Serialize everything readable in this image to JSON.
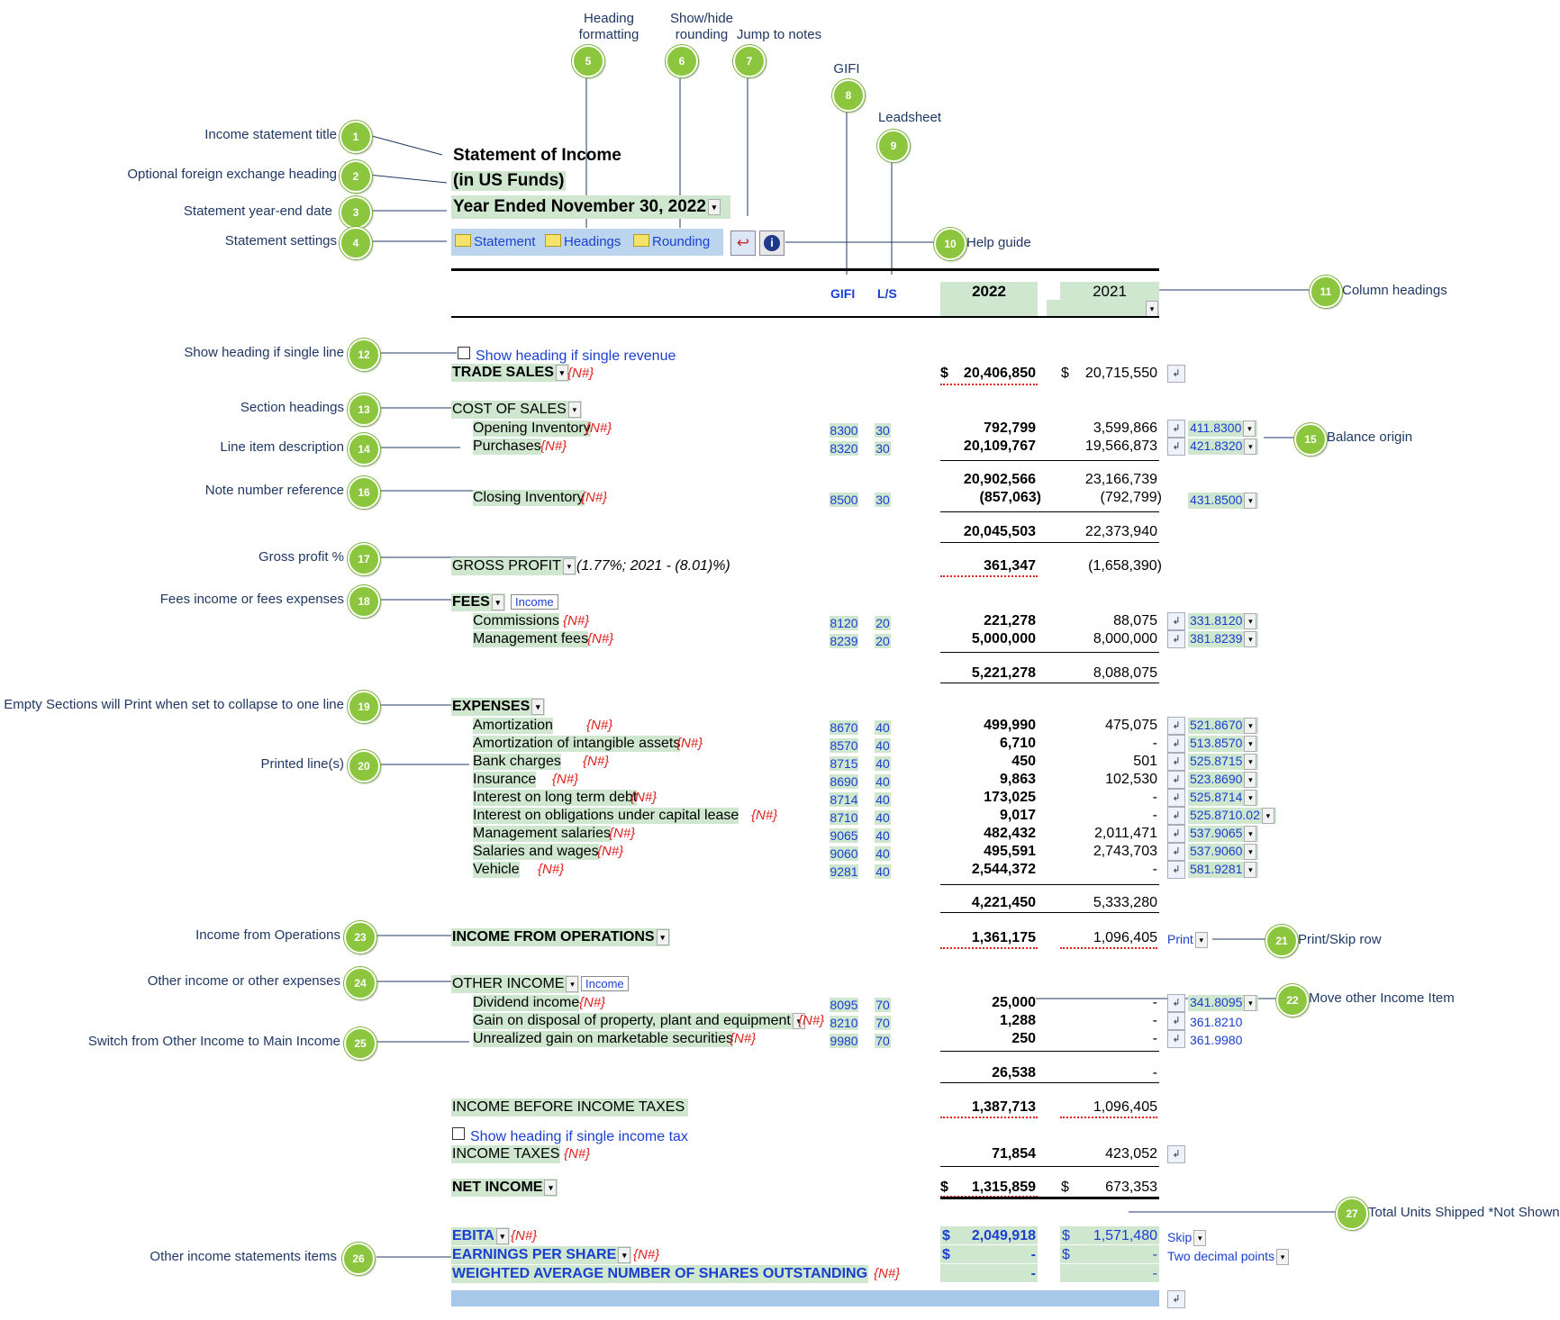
{
  "callouts": {
    "c1": {
      "num": "1",
      "label": "Income statement title"
    },
    "c2": {
      "num": "2",
      "label": "Optional foreign exchange heading"
    },
    "c3": {
      "num": "3",
      "label": "Statement year-end date"
    },
    "c4": {
      "num": "4",
      "label": "Statement settings"
    },
    "c5": {
      "num": "5",
      "label": "Heading\nformatting"
    },
    "c6": {
      "num": "6",
      "label": "Show/hide\nrounding"
    },
    "c7": {
      "num": "7",
      "label": "Jump to notes"
    },
    "c8": {
      "num": "8",
      "label": "GIFI"
    },
    "c9": {
      "num": "9",
      "label": "Leadsheet"
    },
    "c10": {
      "num": "10",
      "label": "Help guide"
    },
    "c11": {
      "num": "11",
      "label": "Column headings"
    },
    "c12": {
      "num": "12",
      "label": "Show heading if single line"
    },
    "c13": {
      "num": "13",
      "label": "Section headings"
    },
    "c14": {
      "num": "14",
      "label": "Line item description"
    },
    "c15": {
      "num": "15",
      "label": "Balance origin"
    },
    "c16": {
      "num": "16",
      "label": "Note number reference"
    },
    "c17": {
      "num": "17",
      "label": "Gross profit %"
    },
    "c18": {
      "num": "18",
      "label": "Fees income or fees expenses"
    },
    "c19": {
      "num": "19",
      "label": "Empty Sections will Print when set to collapse to one line"
    },
    "c20": {
      "num": "20",
      "label": "Printed line(s)"
    },
    "c21": {
      "num": "21",
      "label": "Print/Skip row"
    },
    "c22": {
      "num": "22",
      "label": "Move other Income Item"
    },
    "c23": {
      "num": "23",
      "label": "Income from Operations"
    },
    "c24": {
      "num": "24",
      "label": "Other income or other expenses"
    },
    "c25": {
      "num": "25",
      "label": "Switch from Other Income to Main Income"
    },
    "c26": {
      "num": "26",
      "label": "Other income statements items"
    },
    "c27": {
      "num": "27",
      "label": "Total Units Shipped *Not Shown"
    }
  },
  "statement": {
    "title": "Statement of Income",
    "fx_heading": "(in US Funds)",
    "year_end": "Year Ended November 30, 2022",
    "settings": {
      "statement": "Statement",
      "headings": "Headings",
      "rounding": "Rounding"
    },
    "col_gifi": "GIFI",
    "col_ls": "L/S",
    "col_2022": "2022",
    "col_2021": "2021",
    "note": "{N#}",
    "dollar": "$",
    "show_single_revenue": "Show heading if single revenue",
    "show_single_tax": "Show heading if single income tax",
    "income_btn": "Income",
    "gross_profit_pct": "(1.77%; 2021 - (8.01)%)",
    "print_label": "Print",
    "skip_label": "Skip",
    "two_dec_label": "Two decimal points"
  },
  "rows": {
    "trade_sales": {
      "label": "TRADE SALES",
      "y2022": "20,406,850",
      "y2021": "20,715,550"
    },
    "cos": {
      "label": "COST OF SALES"
    },
    "opening": {
      "label": "Opening Inventory",
      "gifi": "8300",
      "ls": "30",
      "y2022": "792,799",
      "y2021": "3,599,866",
      "origin": "411.8300"
    },
    "purchases": {
      "label": "Purchases",
      "gifi": "8320",
      "ls": "30",
      "y2022": "20,109,767",
      "y2021": "19,566,873",
      "origin": "421.8320"
    },
    "cos_sub": {
      "y2022": "20,902,566",
      "y2021": "23,166,739"
    },
    "closing": {
      "label": "Closing Inventory",
      "gifi": "8500",
      "ls": "30",
      "y2022": "(857,063)",
      "y2021": "(792,799)",
      "origin": "431.8500"
    },
    "cos_total": {
      "y2022": "20,045,503",
      "y2021": "22,373,940"
    },
    "gross": {
      "label": "GROSS PROFIT",
      "y2022": "361,347",
      "y2021": "(1,658,390)"
    },
    "fees": {
      "label": "FEES"
    },
    "commissions": {
      "label": "Commissions",
      "gifi": "8120",
      "ls": "20",
      "y2022": "221,278",
      "y2021": "88,075",
      "origin": "331.8120"
    },
    "mgmt_fees": {
      "label": "Management fees",
      "gifi": "8239",
      "ls": "20",
      "y2022": "5,000,000",
      "y2021": "8,000,000",
      "origin": "381.8239"
    },
    "fees_total": {
      "y2022": "5,221,278",
      "y2021": "8,088,075"
    },
    "expenses": {
      "label": "EXPENSES"
    },
    "exp_items": [
      {
        "label": "Amortization",
        "gifi": "8670",
        "ls": "40",
        "y2022": "499,990",
        "y2021": "475,075",
        "origin": "521.8670"
      },
      {
        "label": "Amortization of intangible assets",
        "gifi": "8570",
        "ls": "40",
        "y2022": "6,710",
        "y2021": "-",
        "origin": "513.8570"
      },
      {
        "label": "Bank charges",
        "gifi": "8715",
        "ls": "40",
        "y2022": "450",
        "y2021": "501",
        "origin": "525.8715"
      },
      {
        "label": "Insurance",
        "gifi": "8690",
        "ls": "40",
        "y2022": "9,863",
        "y2021": "102,530",
        "origin": "523.8690"
      },
      {
        "label": "Interest on long term debt",
        "gifi": "8714",
        "ls": "40",
        "y2022": "173,025",
        "y2021": "-",
        "origin": "525.8714"
      },
      {
        "label": "Interest on obligations under capital lease",
        "gifi": "8710",
        "ls": "40",
        "y2022": "9,017",
        "y2021": "-",
        "origin": "525.8710.02"
      },
      {
        "label": "Management salaries",
        "gifi": "9065",
        "ls": "40",
        "y2022": "482,432",
        "y2021": "2,011,471",
        "origin": "537.9065"
      },
      {
        "label": "Salaries and wages",
        "gifi": "9060",
        "ls": "40",
        "y2022": "495,591",
        "y2021": "2,743,703",
        "origin": "537.9060"
      },
      {
        "label": "Vehicle",
        "gifi": "9281",
        "ls": "40",
        "y2022": "2,544,372",
        "y2021": "-",
        "origin": "581.9281"
      }
    ],
    "exp_total": {
      "y2022": "4,221,450",
      "y2021": "5,333,280"
    },
    "ops": {
      "label": "INCOME FROM OPERATIONS",
      "y2022": "1,361,175",
      "y2021": "1,096,405"
    },
    "other": {
      "label": "OTHER INCOME"
    },
    "dividend": {
      "label": "Dividend income",
      "gifi": "8095",
      "ls": "70",
      "y2022": "25,000",
      "y2021": "-",
      "origin": "341.8095"
    },
    "gain": {
      "label": "Gain on disposal of property, plant and equipment",
      "gifi": "8210",
      "ls": "70",
      "y2022": "1,288",
      "y2021": "-",
      "origin": "361.8210"
    },
    "unrealized": {
      "label": "Unrealized gain on marketable securities",
      "gifi": "9980",
      "ls": "70",
      "y2022": "250",
      "y2021": "-",
      "origin": "361.9980"
    },
    "other_total": {
      "y2022": "26,538",
      "y2021": "-"
    },
    "before_tax": {
      "label": "INCOME BEFORE INCOME TAXES",
      "y2022": "1,387,713",
      "y2021": "1,096,405"
    },
    "taxes": {
      "label": "INCOME TAXES",
      "y2022": "71,854",
      "y2021": "423,052"
    },
    "net": {
      "label": "NET INCOME",
      "y2022": "1,315,859",
      "y2021": "673,353"
    },
    "ebita": {
      "label": "EBITA",
      "y2022": "2,049,918",
      "y2021": "1,571,480"
    },
    "eps": {
      "label": "EARNINGS PER SHARE",
      "y2022": "-",
      "y2021": "-"
    },
    "wans": {
      "label": "WEIGHTED AVERAGE NUMBER OF SHARES OUTSTANDING",
      "y2022": "-",
      "y2021": "-"
    }
  }
}
